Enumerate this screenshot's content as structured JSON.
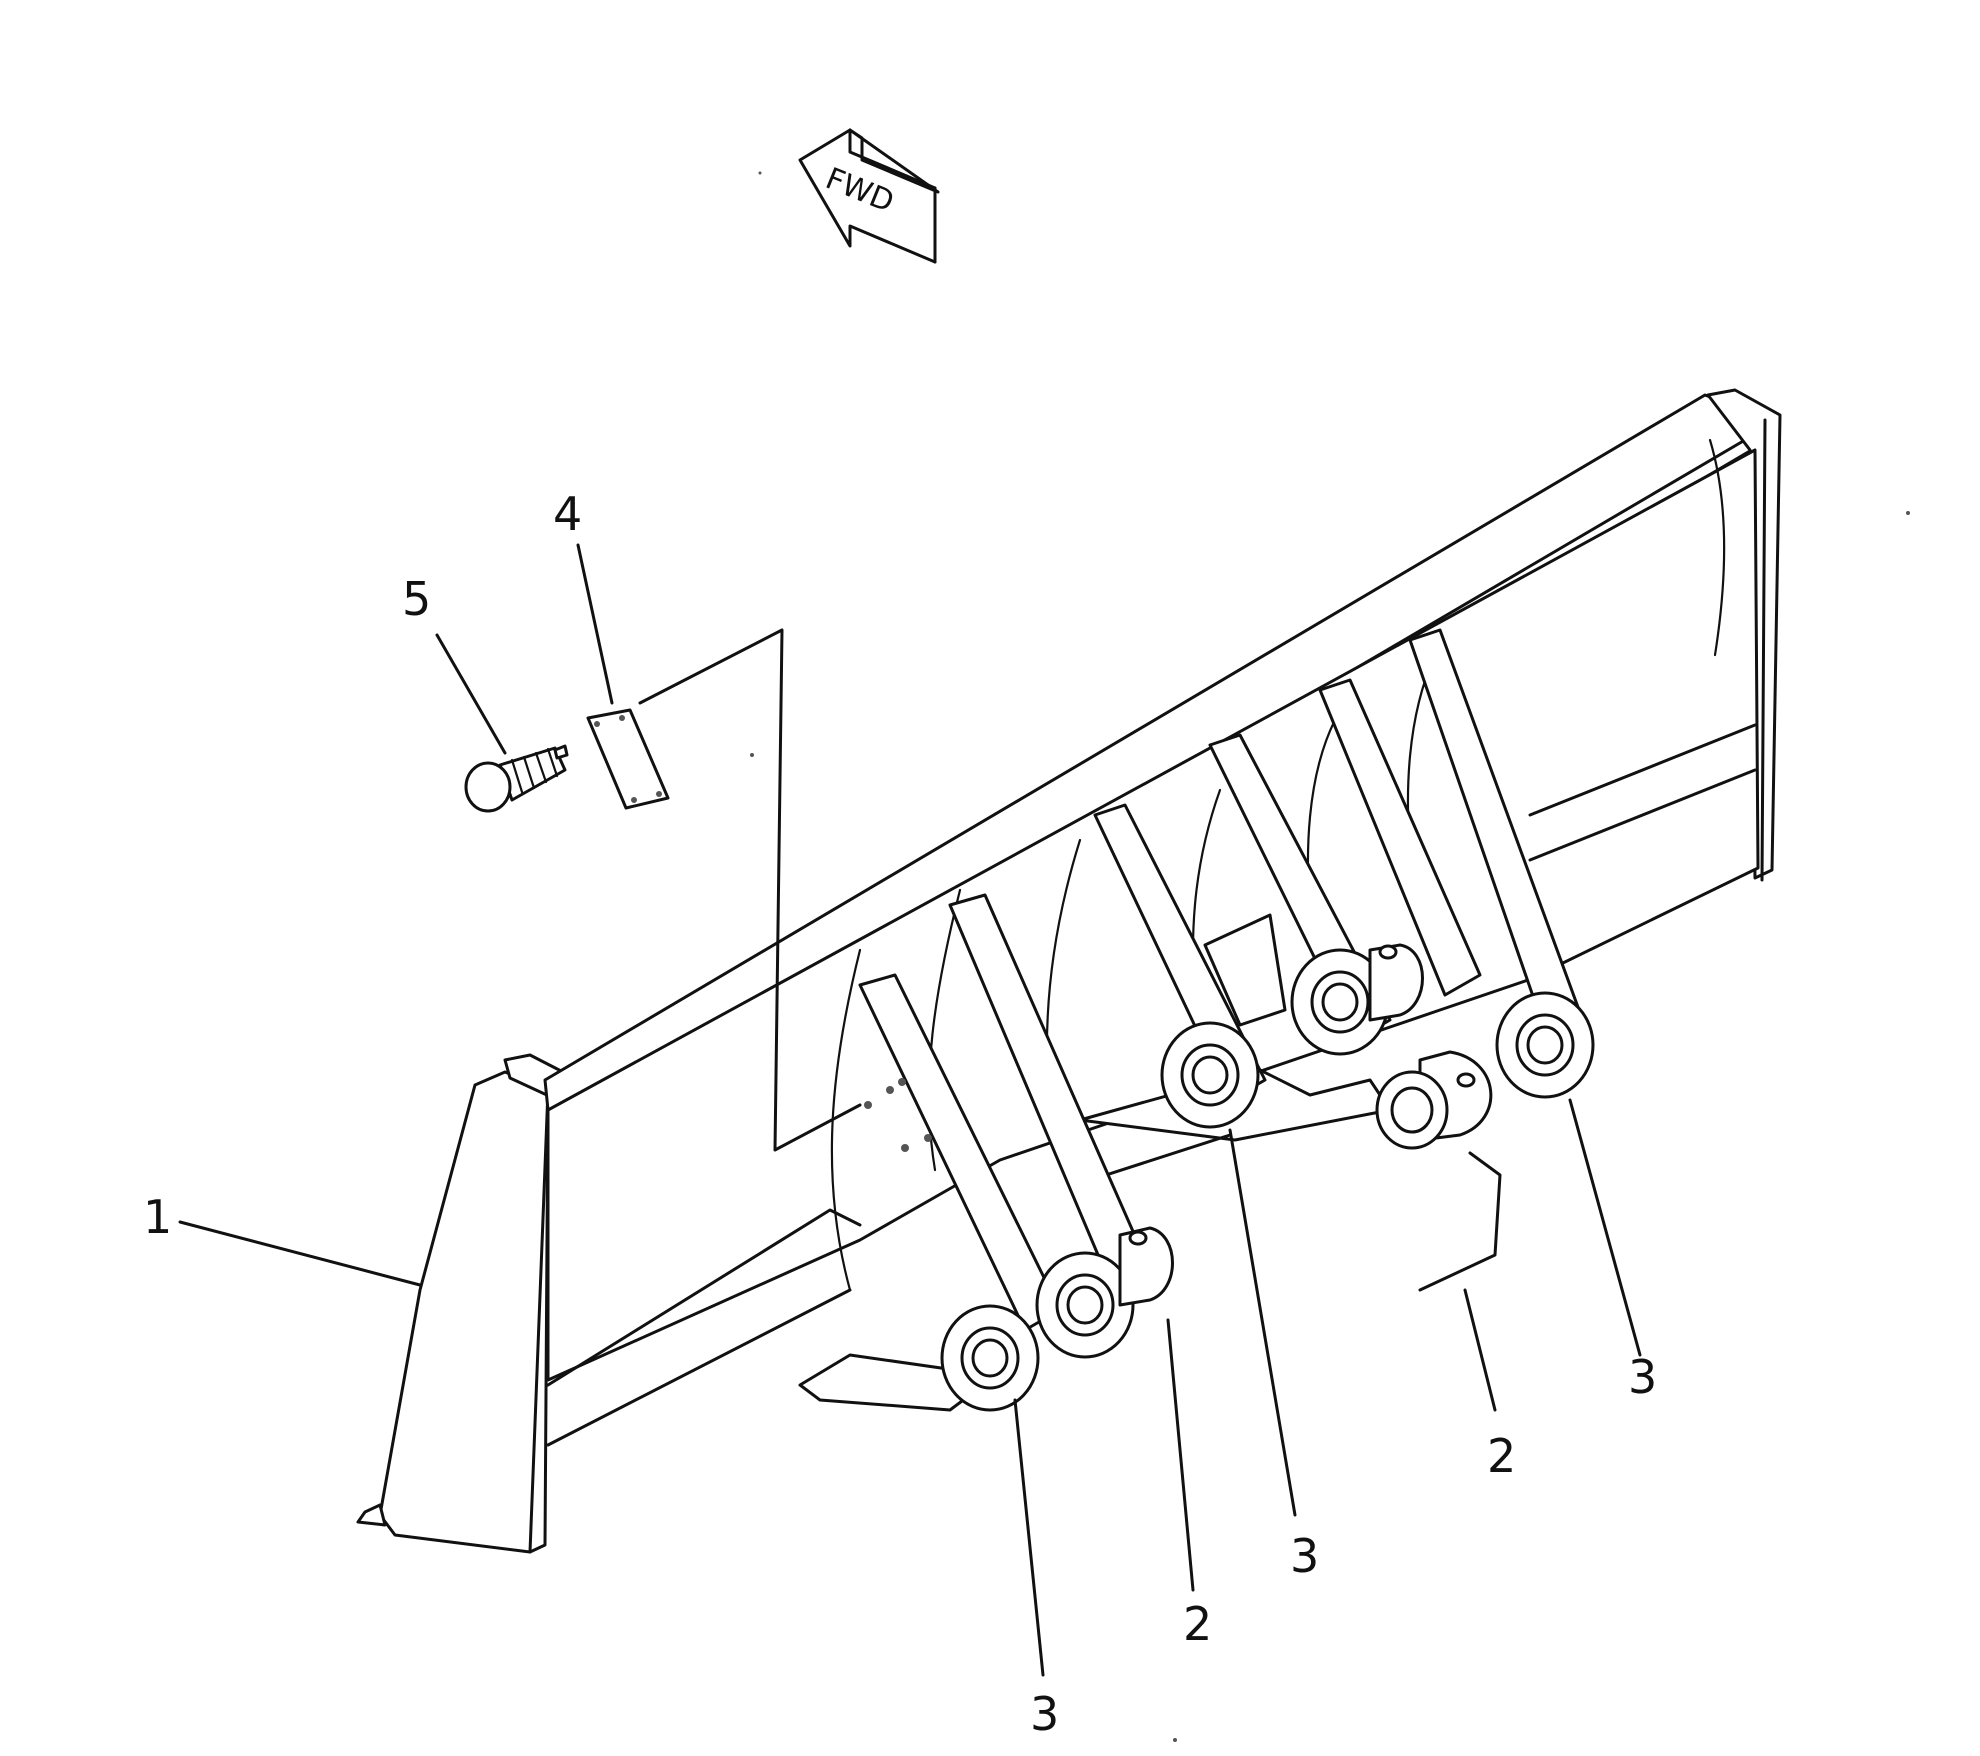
{
  "fwd_arrow": {
    "label": "FWD",
    "icon": "forward-direction-arrow-icon"
  },
  "callouts": [
    {
      "id": "1",
      "label": "1"
    },
    {
      "id": "2a",
      "label": "2"
    },
    {
      "id": "2b",
      "label": "2"
    },
    {
      "id": "3a",
      "label": "3"
    },
    {
      "id": "3b",
      "label": "3"
    },
    {
      "id": "3c",
      "label": "3"
    },
    {
      "id": "4",
      "label": "4"
    },
    {
      "id": "5",
      "label": "5"
    }
  ],
  "parts": {
    "blade": {
      "icon": "dozer-blade-icon"
    },
    "pin": {
      "icon": "pin-icon"
    },
    "bushing": {
      "icon": "bushing-icon"
    },
    "plate": {
      "icon": "name-plate-icon"
    },
    "screw": {
      "icon": "drive-screw-icon"
    }
  },
  "colors": {
    "line": "#111111",
    "background": "#ffffff"
  }
}
